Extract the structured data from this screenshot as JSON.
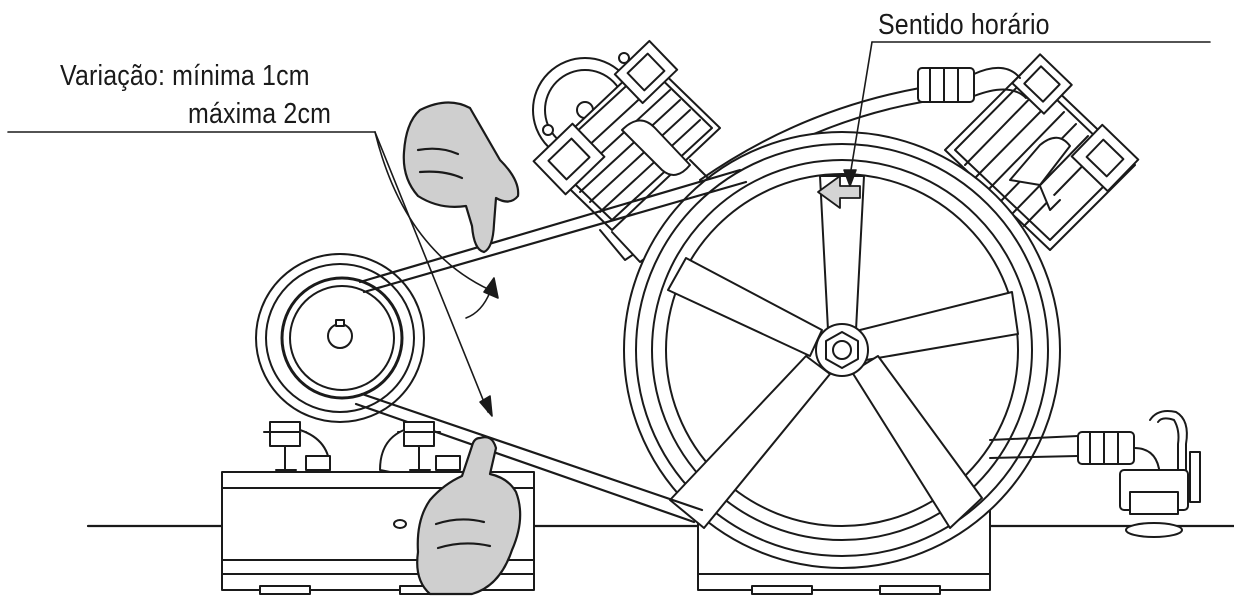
{
  "labels": {
    "variation_line1": "Variação: mínima 1cm",
    "variation_line2": "máxima 2cm",
    "direction": "Sentido horário"
  },
  "colors": {
    "stroke": "#1a1a1a",
    "hand_fill": "#cfcfcf",
    "arrow_fill": "#d4d4d4",
    "background": "#ffffff"
  },
  "icons": {
    "pointing_hand_top": "hand-pointing-down-icon",
    "pointing_hand_bottom": "hand-pointing-up-icon",
    "rotation_arrow": "arrow-left-icon"
  }
}
